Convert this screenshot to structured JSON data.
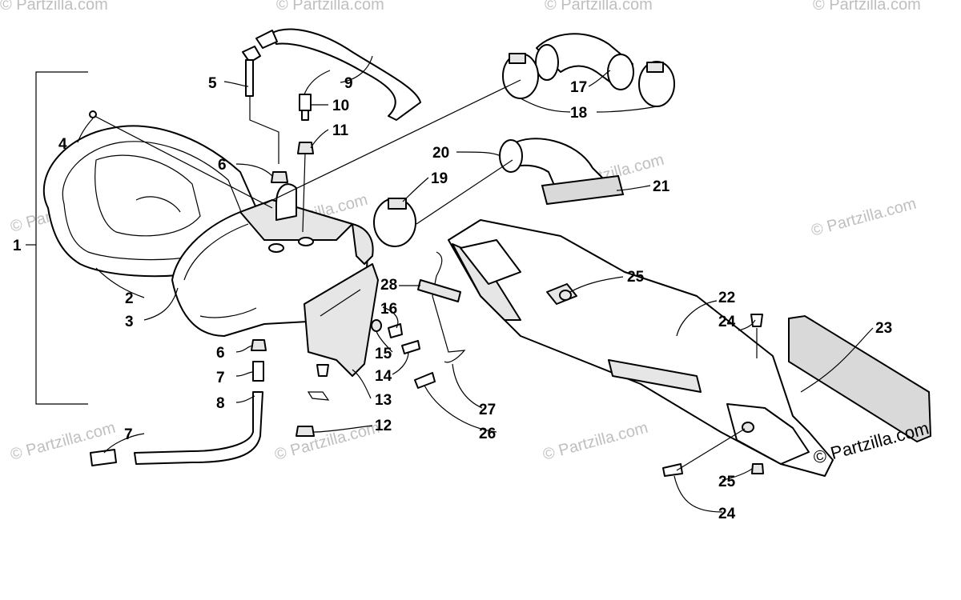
{
  "watermark": "© Partzilla.com",
  "callouts": [
    "1",
    "2",
    "3",
    "4",
    "5",
    "6",
    "6",
    "7",
    "7",
    "8",
    "9",
    "10",
    "11",
    "12",
    "13",
    "14",
    "15",
    "16",
    "17",
    "18",
    "19",
    "20",
    "21",
    "22",
    "23",
    "24",
    "24",
    "25",
    "25",
    "26",
    "27",
    "28"
  ]
}
